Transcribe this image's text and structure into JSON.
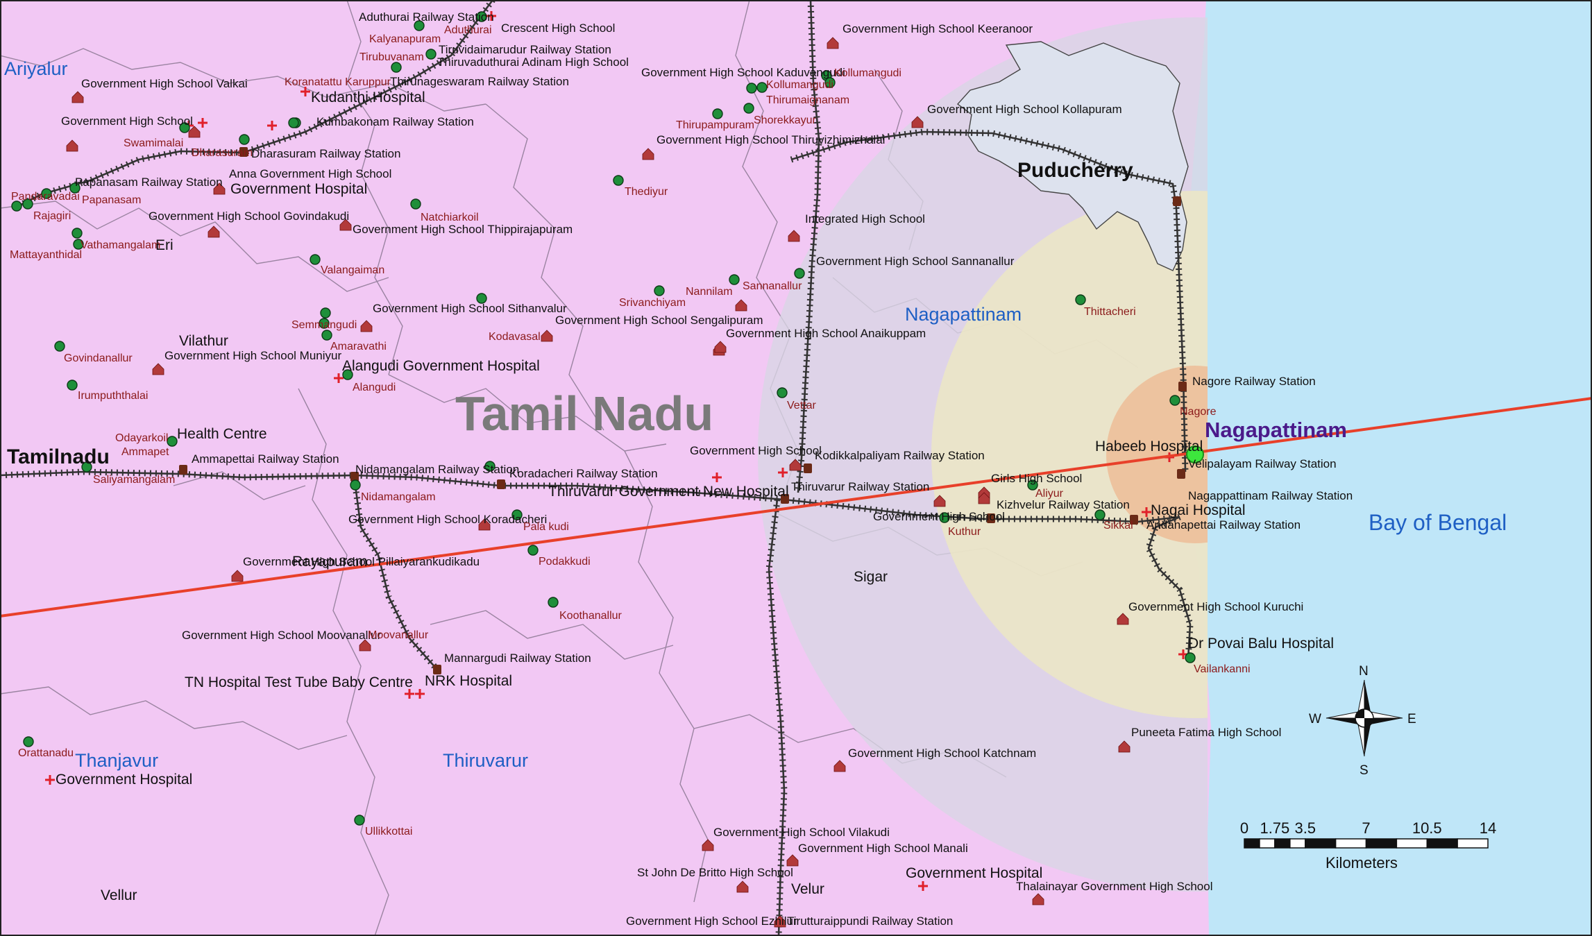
{
  "colors": {
    "land": "#f2c8f4",
    "sea": "#bfe6f8",
    "buffer_outer": "#d8d6e4",
    "buffer_middle": "#ece6c4",
    "buffer_inner": "#edbf9a",
    "trajectory": "#e8402a",
    "railway": "#333333",
    "district_text": "#1e5fc4",
    "place_text": "#8b1a1a",
    "hospital": "#e0202a",
    "landmark_dot": "#1f8f3a",
    "epicentre_dot": "#3de63d",
    "nagapattinam_town": "#4b1a8a"
  },
  "map": {
    "title": "Tamil Nadu",
    "sea_label": "Bay of Bengal",
    "state_labels": [
      "Tamilnadu",
      "Puducherry"
    ],
    "highlight_town": "Nagapattinam",
    "districts": [
      "Ariyalur",
      "Nagapattinam",
      "Thanjavur",
      "Thiruvarur"
    ],
    "towns": [
      "Kudanthi Hospital",
      "Government Hospital",
      "Vilathur",
      "Eri",
      "Health Centre",
      "Alangudi Government Hospital",
      "Thiruvarur Government New Hospital",
      "Rayapuram",
      "TN Hospital Test Tube Baby Centre",
      "NRK Hospital",
      "Government Hospital",
      "Vellur",
      "Sigar",
      "Habeeb Hospital",
      "Nagai Hospital",
      "Dr Povai Balu Hospital",
      "Government Hospital",
      "Velur"
    ],
    "railway_stations": [
      "Aduthurai Railway Station",
      "Tiruvidaimarudur Railway Station",
      "Thirunageswaram Railway Station",
      "Kumbakonam Railway Station",
      "Dharasuram Railway Station",
      "Papanasam Railway Station",
      "Ammapettai Railway Station",
      "Nidamangalam Railway Station",
      "Koradacheri Railway Station",
      "Kodikkalpaliyam Railway Station",
      "Thiruvarur Railway Station",
      "Kizhvelur Railway Station",
      "Mannargudi Railway Station",
      "Nagore Railway Station",
      "Velipalayam Railway Station",
      "Nagappattinam Railway Station",
      "Andanapettai Railway Station",
      "Tirutturaippundi Railway Station"
    ],
    "schools": [
      "Crescent High School",
      "Thiruvaduthurai Adinam High School",
      "Government High School Valkai",
      "Government High School",
      "Anna Government High School",
      "Government High School Govindakudi",
      "Government High School Thippirajapuram",
      "Government High School Sithanvalur",
      "Government High School Sengalipuram",
      "Government High School Muniyur",
      "Government High School Keeranoor",
      "Government High School Kaduvangudi",
      "Government High School Kollapuram",
      "Government High School Thiruvizhimizhalai",
      "Integrated High School",
      "Government High School Sannanallur",
      "Government High School Anaikuppam",
      "Government High School",
      "Girls High School",
      "Government High School",
      "Government High School Koradacheri",
      "Government High School Pillaiyarankudikadu",
      "Government High School Moovanallur",
      "Government High School Kuruchi",
      "Puneeta Fatima High School",
      "Government High School Katchnam",
      "Government High School Vilakudi",
      "Government High School Manali",
      "St John De Britto High School",
      "Thalainayar Government High School",
      "Government High School Ezhilur"
    ],
    "places": [
      "Kalyanapuram",
      "Aduthurai",
      "Tirubuvanam",
      "Koranatattu Karuppur",
      "Swamimalai",
      "Dharasuram",
      "Pandaravadai",
      "Papanasam",
      "Rajagiri",
      "Vathamangalam",
      "Mattayanthidal",
      "Natchiarkoil",
      "Valangaiman",
      "Semmangudi",
      "Amaravathi",
      "Govindanallur",
      "Irumpuththalai",
      "Alangudi",
      "Odayarkoil",
      "Ammapet",
      "Saliyamangalam",
      "Nidamangalam",
      "Kodavasal",
      "Srivanchiyam",
      "Nannilam",
      "Sannanallur",
      "Thediyur",
      "Thirupampuram",
      "Shorekkayur",
      "Kollumangudi",
      "Thirumaignanam",
      "Kollumangudi",
      "Vettar",
      "Pala kudi",
      "Podakkudi",
      "Koothanallur",
      "Moovanallur",
      "Kuthur",
      "Aliyur",
      "Sikkal",
      "Thittacheri",
      "Nagore",
      "Vailankanni",
      "Orattanadu",
      "Ullikkottai"
    ]
  },
  "compass": {
    "north": "N",
    "south": "S",
    "east": "E",
    "west": "W"
  },
  "scale_bar": {
    "ticks": [
      "0",
      "1.75",
      "3.5",
      "7",
      "10.5",
      "14"
    ],
    "tick_values": [
      0,
      1.75,
      3.5,
      7,
      10.5,
      14
    ],
    "unit": "Kilometers"
  }
}
